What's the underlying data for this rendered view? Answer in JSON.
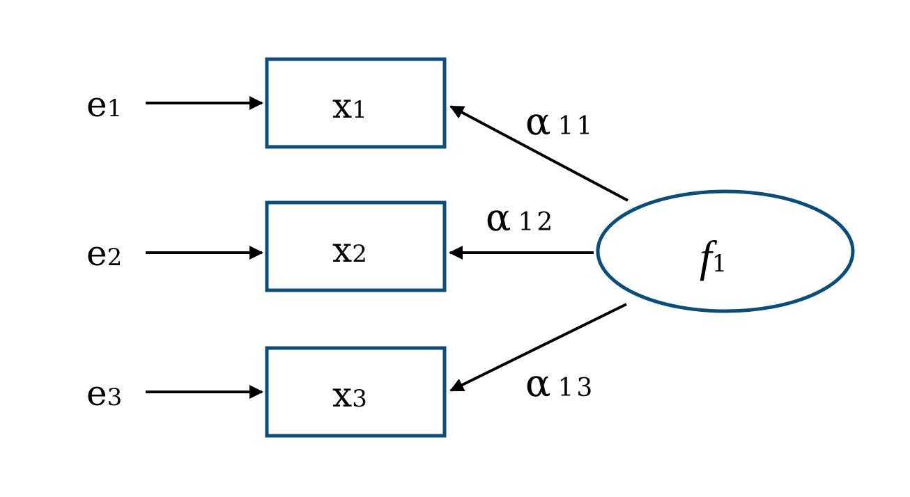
{
  "colors": {
    "node_stroke": "#0b4d78",
    "arrow": "#000000",
    "background": "#ffffff"
  },
  "errors": [
    {
      "base": "e",
      "sub": "1"
    },
    {
      "base": "e",
      "sub": "2"
    },
    {
      "base": "e",
      "sub": "3"
    }
  ],
  "observed": [
    {
      "base": "x",
      "sub": "1"
    },
    {
      "base": "x",
      "sub": "2"
    },
    {
      "base": "x",
      "sub": "3"
    }
  ],
  "factor": {
    "base": "f",
    "sub": "1"
  },
  "loadings": [
    {
      "base": "α",
      "sub": "11"
    },
    {
      "base": "α",
      "sub": "12"
    },
    {
      "base": "α",
      "sub": "13"
    }
  ]
}
